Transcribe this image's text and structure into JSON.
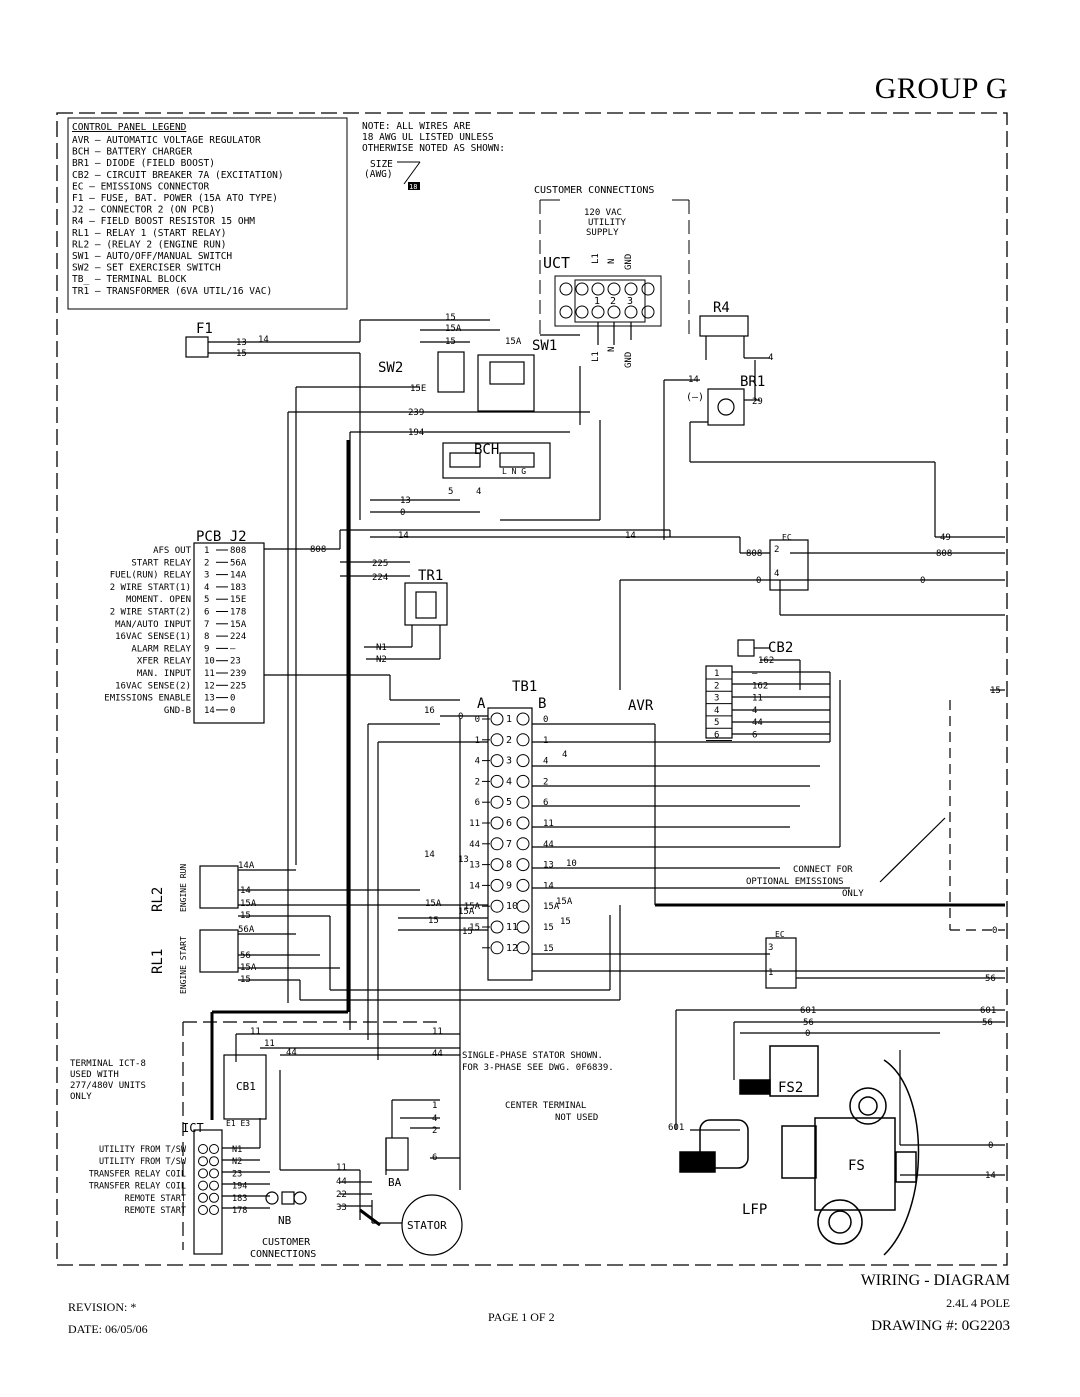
{
  "header": {
    "group": "GROUP G"
  },
  "legend": {
    "title": "CONTROL PANEL LEGEND",
    "items": [
      "AVR – AUTOMATIC VOLTAGE REGULATOR",
      "BCH – BATTERY CHARGER",
      "BR1 – DIODE (FIELD BOOST)",
      "CB2 – CIRCUIT BREAKER 7A (EXCITATION)",
      "EC – EMISSIONS CONNECTOR",
      "F1 – FUSE, BAT. POWER (15A ATO TYPE)",
      "J2 – CONNECTOR 2 (ON PCB)",
      "R4 – FIELD BOOST RESISTOR 15 OHM",
      "RL1 – RELAY 1 (START RELAY)",
      "RL2 – (RELAY 2 (ENGINE RUN)",
      "SW1 – AUTO/OFF/MANUAL SWITCH",
      "SW2 – SET EXERCISER SWITCH",
      "TB_ – TERMINAL BLOCK",
      "TR1 – TRANSFORMER (6VA UTIL/16 VAC)"
    ]
  },
  "note": {
    "lines": [
      "NOTE: ALL WIRES ARE",
      "18 AWG UL LISTED UNLESS",
      "OTHERWISE NOTED AS SHOWN:"
    ],
    "size": "SIZE",
    "awg": "(AWG)",
    "gauge": "18"
  },
  "customer": {
    "title": "CUSTOMER CONNECTIONS",
    "supply": [
      "120 VAC",
      "UTILITY",
      "SUPPLY"
    ],
    "uct": "UCT",
    "cols": [
      "L1",
      "N",
      "GND"
    ],
    "terms": [
      "1",
      "2",
      "3"
    ],
    "wires": [
      "L1",
      "N",
      "GND"
    ]
  },
  "components": {
    "f1": "F1",
    "sw2": "SW2",
    "sw1": "SW1",
    "r4": "R4",
    "br1": "BR1",
    "br1_neg": "(–)",
    "bch": "BCH",
    "bch_lng": "L N G",
    "pcb": "PCB J2",
    "tr1": "TR1",
    "cb2": "CB2",
    "tb1": "TB1",
    "tb_a": "A",
    "tb_b": "B",
    "avr": "AVR",
    "ec": "EC",
    "rl2": "RL2",
    "rl2_sub": "ENGINE RUN",
    "rl1": "RL1",
    "rl1_sub": "ENGINE START",
    "ict": "ICT",
    "cb1": "CB1",
    "cb1_terms": "E1   E3",
    "ba": "BA",
    "nb": "NB",
    "stator": "STATOR",
    "fs2": "FS2",
    "fs": "FS",
    "lfp": "LFP",
    "customer_bottom": [
      "CUSTOMER",
      "CONNECTIONS"
    ]
  },
  "pcb_pins": [
    {
      "label": "AFS OUT",
      "pin": "1",
      "wire": "808"
    },
    {
      "label": "START RELAY",
      "pin": "2",
      "wire": "56A"
    },
    {
      "label": "FUEL(RUN) RELAY",
      "pin": "3",
      "wire": "14A"
    },
    {
      "label": "2 WIRE START(1)",
      "pin": "4",
      "wire": "183"
    },
    {
      "label": "MOMENT. OPEN",
      "pin": "5",
      "wire": "15E"
    },
    {
      "label": "2 WIRE START(2)",
      "pin": "6",
      "wire": "178"
    },
    {
      "label": "MAN/AUTO INPUT",
      "pin": "7",
      "wire": "15A"
    },
    {
      "label": "16VAC SENSE(1)",
      "pin": "8",
      "wire": "224"
    },
    {
      "label": "ALARM RELAY",
      "pin": "9",
      "wire": "—"
    },
    {
      "label": "XFER RELAY",
      "pin": "10",
      "wire": "23"
    },
    {
      "label": "MAN. INPUT",
      "pin": "11",
      "wire": "239"
    },
    {
      "label": "16VAC SENSE(2)",
      "pin": "12",
      "wire": "225"
    },
    {
      "label": "EMISSIONS ENABLE",
      "pin": "13",
      "wire": "0"
    },
    {
      "label": "GND-B",
      "pin": "14",
      "wire": "0"
    }
  ],
  "tb1_rows": [
    {
      "n": "1",
      "l": "0",
      "r": "0"
    },
    {
      "n": "2",
      "l": "1",
      "r": "1"
    },
    {
      "n": "3",
      "l": "4",
      "r": "4"
    },
    {
      "n": "4",
      "l": "2",
      "r": "2"
    },
    {
      "n": "5",
      "l": "6",
      "r": "6"
    },
    {
      "n": "6",
      "l": "11",
      "r": "11"
    },
    {
      "n": "7",
      "l": "44",
      "r": "44"
    },
    {
      "n": "8",
      "l": "13",
      "r": "13"
    },
    {
      "n": "9",
      "l": "14",
      "r": "14"
    },
    {
      "n": "10",
      "l": "15A",
      "r": "15A"
    },
    {
      "n": "11",
      "l": "15",
      "r": "15"
    },
    {
      "n": "12",
      "l": "",
      "r": "15"
    }
  ],
  "avr_rows": [
    {
      "n": "1",
      "w": "—"
    },
    {
      "n": "2",
      "w": "162"
    },
    {
      "n": "3",
      "w": "11"
    },
    {
      "n": "4",
      "w": "4"
    },
    {
      "n": "5",
      "w": "44"
    },
    {
      "n": "6",
      "w": "6"
    }
  ],
  "ict_rows": [
    {
      "label": "UTILITY FROM T/SW",
      "wire": "N1"
    },
    {
      "label": "UTILITY FROM T/SW",
      "wire": "N2"
    },
    {
      "label": "TRANSFER RELAY COIL",
      "wire": "23"
    },
    {
      "label": "TRANSFER RELAY COIL",
      "wire": "194"
    },
    {
      "label": "REMOTE START",
      "wire": "183"
    },
    {
      "label": "REMOTE START",
      "wire": "178"
    }
  ],
  "ict_note": [
    "TERMINAL ICT-8",
    "USED WITH",
    "277/480V UNITS",
    "ONLY"
  ],
  "stator_note": [
    "SINGLE-PHASE STATOR SHOWN.",
    "FOR 3-PHASE SEE DWG. 0F6839."
  ],
  "center_note": [
    "CENTER TERMINAL",
    "NOT USED"
  ],
  "emissions_note": [
    "CONNECT FOR",
    "OPTIONAL EMISSIONS",
    "ONLY"
  ],
  "wire_labels": {
    "w13": "13",
    "w15": "15",
    "w15a": "15A",
    "w15e": "15E",
    "w239": "239",
    "w194": "194",
    "w14": "14",
    "w4": "4",
    "w29": "29",
    "w49": "49",
    "w808": "808",
    "w225": "225",
    "w224": "224",
    "w0": "0",
    "wN1": "N1",
    "wN2": "N2",
    "w162": "162",
    "w56": "56",
    "w56a": "56A",
    "w14a": "14A",
    "w601": "601",
    "w11": "11",
    "w44": "44",
    "w1": "1",
    "w2": "2",
    "w6": "6",
    "w22": "22",
    "w33": "33",
    "w5": "5",
    "g14": "14",
    "g16": "16",
    "g10": "10",
    "ec_2": "2",
    "ec_4": "4",
    "ec_3": "3",
    "ec_1": "1"
  },
  "footer": {
    "title": "WIRING - DIAGRAM",
    "revision": "REVISION: *",
    "page": "PAGE 1 OF 2",
    "date": "DATE: 06/05/06",
    "engine": "2.4L 4 POLE",
    "drawing": "DRAWING #: 0G2203"
  }
}
